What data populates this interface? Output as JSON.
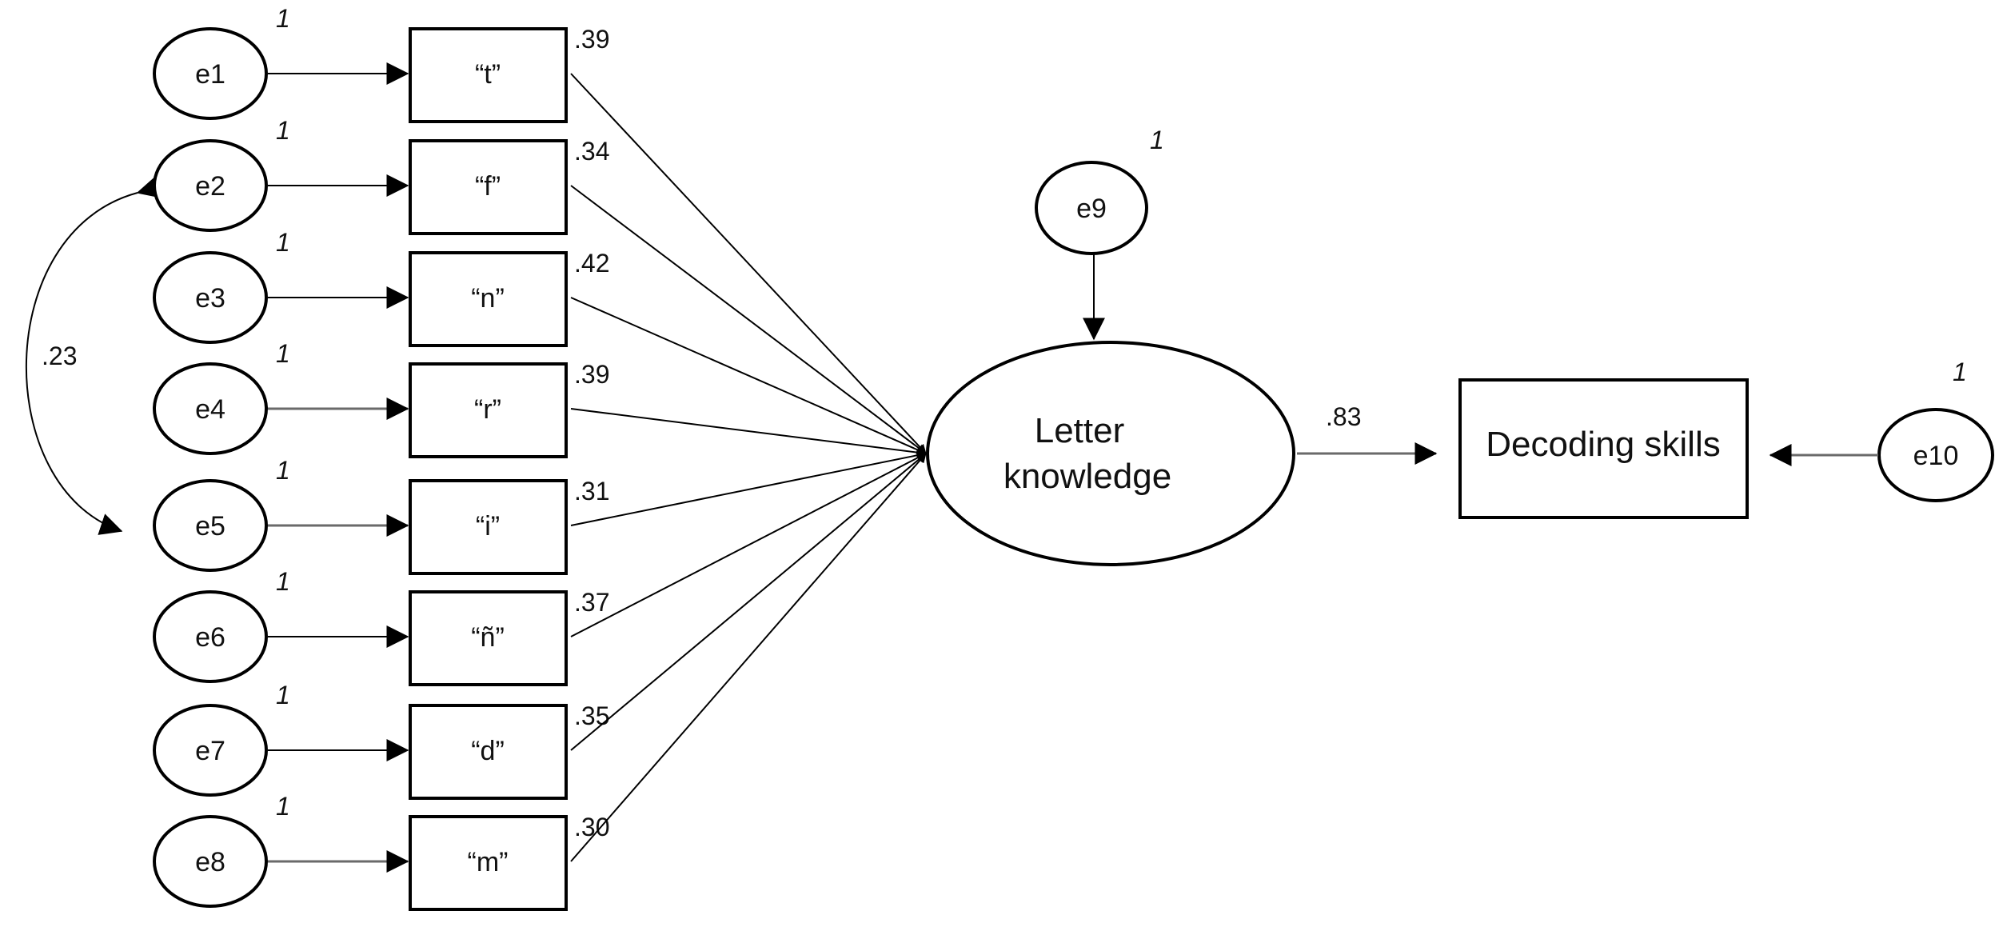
{
  "errors": [
    {
      "id": "e1",
      "variance": "1"
    },
    {
      "id": "e2",
      "variance": "1"
    },
    {
      "id": "e3",
      "variance": "1"
    },
    {
      "id": "e4",
      "variance": "1"
    },
    {
      "id": "e5",
      "variance": "1"
    },
    {
      "id": "e6",
      "variance": "1"
    },
    {
      "id": "e7",
      "variance": "1"
    },
    {
      "id": "e8",
      "variance": "1"
    }
  ],
  "indicators": [
    {
      "label": "“t”",
      "loading": ".39"
    },
    {
      "label": "“f”",
      "loading": ".34"
    },
    {
      "label": "“n”",
      "loading": ".42"
    },
    {
      "label": "“r”",
      "loading": ".39"
    },
    {
      "label": "“i”",
      "loading": ".31"
    },
    {
      "label": "“ñ”",
      "loading": ".37"
    },
    {
      "label": "“d”",
      "loading": ".35"
    },
    {
      "label": "“m”",
      "loading": ".30"
    }
  ],
  "covariance": {
    "between": [
      "e2",
      "e5"
    ],
    "value": ".23"
  },
  "latent": {
    "line1": "Letter",
    "line2": "knowledge"
  },
  "latent_error": {
    "id": "e9",
    "variance": "1"
  },
  "outcome": {
    "label": "Decoding skills",
    "path": ".83"
  },
  "outcome_error": {
    "id": "e10",
    "variance": "1"
  }
}
